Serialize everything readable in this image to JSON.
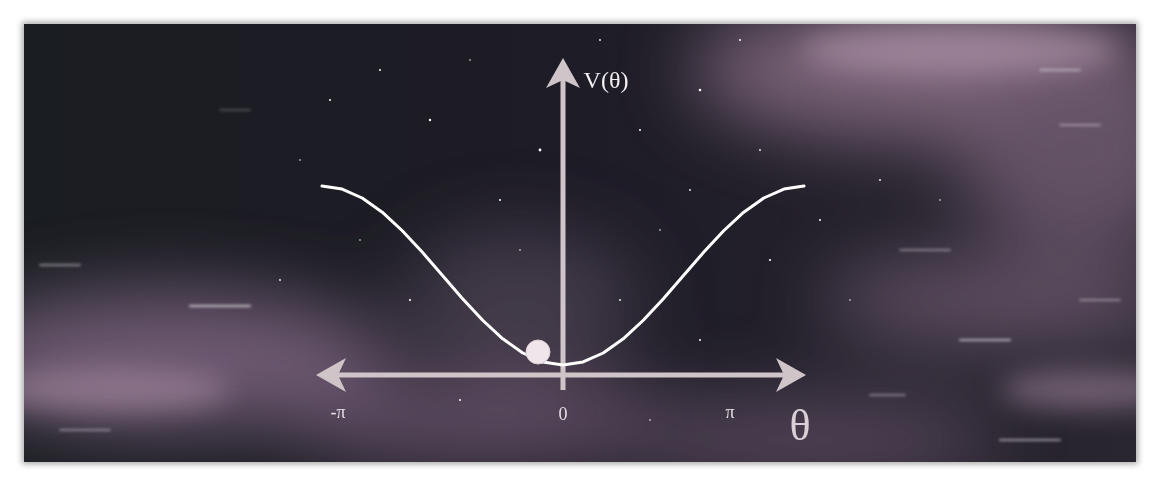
{
  "diagram": {
    "labels": [
      "V(θ)",
      "-π",
      "0",
      "π",
      "θ"
    ]
  }
}
